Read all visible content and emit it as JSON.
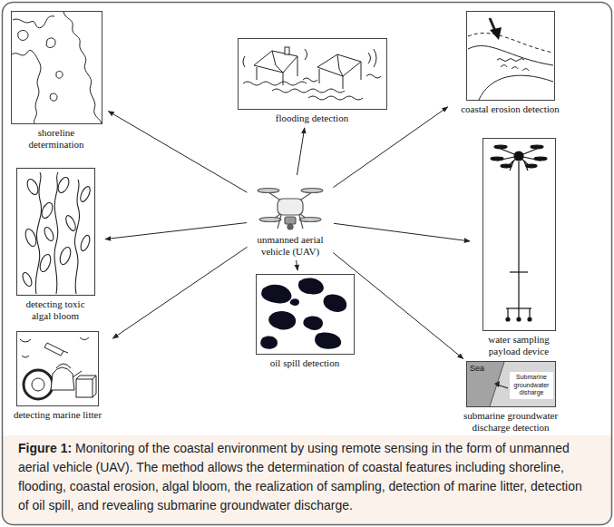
{
  "diagram": {
    "caption": "Figure 1: Monitoring of the coastal environment by using remote sensing in the form of unmanned aerial vehicle (UAV). The method allows the determination of coastal features including shoreline, flooding, coastal erosion, algal bloom, the realization of sampling, detection of marine litter, detection of oil spill, and revealing submarine groundwater discharge.",
    "nodes": [
      {
        "text": [
          "shoreline determination"
        ]
      },
      {
        "text": [
          "flooding detection"
        ]
      },
      {
        "text": [
          "coastal erosion detection"
        ]
      },
      {
        "text": [
          "detecting toxic algal bloom"
        ]
      },
      {
        "text": [
          "unmanned aerial vehicle (UAV)"
        ]
      },
      {
        "text": [
          "water sampling payload device"
        ]
      },
      {
        "text": [
          "detecting marine litter"
        ]
      },
      {
        "text": [
          "oil spill detection"
        ]
      },
      {
        "text": [
          "submarine groundwater discharge detection"
        ]
      }
    ],
    "edges": [
      {
        "from": 4,
        "to": 0,
        "arrow": "to"
      },
      {
        "from": 4,
        "to": 1,
        "arrow": "to"
      },
      {
        "from": 4,
        "to": 2,
        "arrow": "to"
      },
      {
        "from": 4,
        "to": 3,
        "arrow": "to"
      },
      {
        "from": 4,
        "to": 5,
        "arrow": "to"
      },
      {
        "from": 4,
        "to": 6,
        "arrow": "to"
      },
      {
        "from": 4,
        "to": 7,
        "arrow": "to"
      },
      {
        "from": 4,
        "to": 8,
        "arrow": "to"
      }
    ],
    "labels": [
      "Sea",
      "Submarine groundwater disharge"
    ]
  }
}
